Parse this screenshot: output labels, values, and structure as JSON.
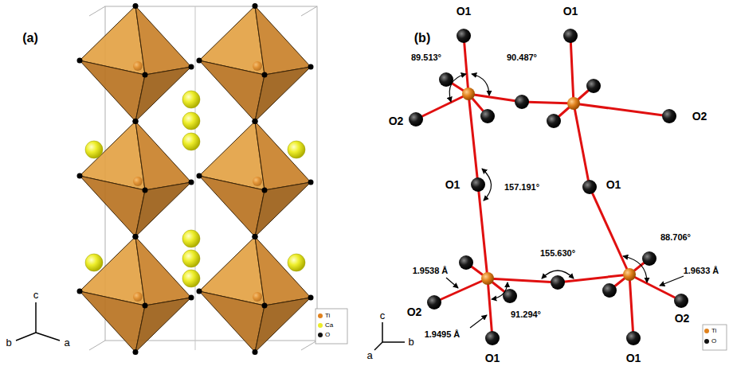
{
  "diagram": {
    "labels": [
      "(a)",
      "c",
      "b",
      "a",
      "(b)",
      "O1",
      "O1",
      "89.513°",
      "90.487°",
      "O2",
      "O2",
      "O1",
      "157.191°",
      "O1",
      "88.706°",
      "1.9538 Å",
      "155.630°",
      "1.9633 Å",
      "O2",
      "O2",
      "91.294°",
      "1.9495 Å",
      "O1",
      "O1",
      "c",
      "a",
      "b"
    ],
    "legend": [
      {
        "text": "Ti",
        "color": "#e0821e"
      },
      {
        "text": "Ca",
        "color": "#ecec2a"
      },
      {
        "text": "O",
        "color": "#111111"
      },
      {
        "text": "Ti",
        "color": "#e0821e"
      },
      {
        "text": "O",
        "color": "#111111"
      }
    ]
  }
}
